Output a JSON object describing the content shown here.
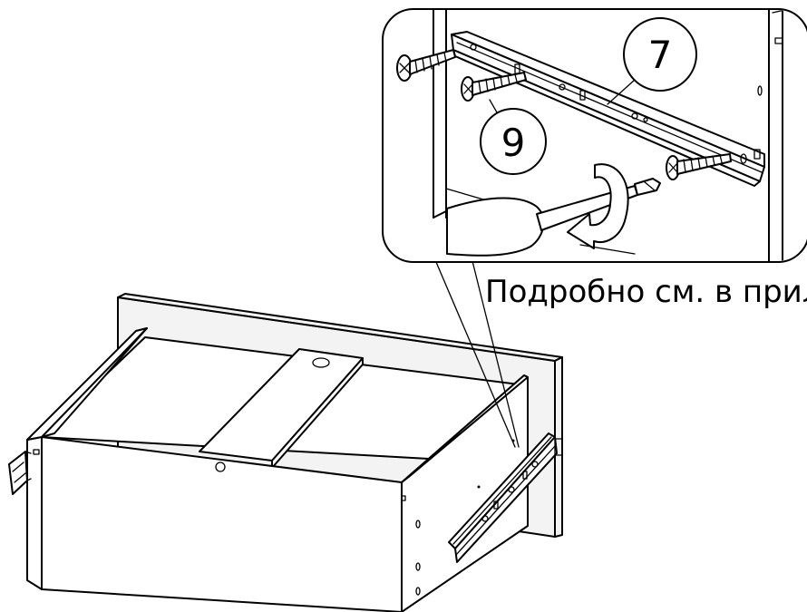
{
  "callouts": {
    "rail_part": "7",
    "screw_part": "9"
  },
  "caption": "Подробно см. в прил.",
  "icons": {
    "rotation": "rotate-clockwise-arrow-icon",
    "screwdriver": "screwdriver-icon",
    "screw": "screw-icon"
  }
}
